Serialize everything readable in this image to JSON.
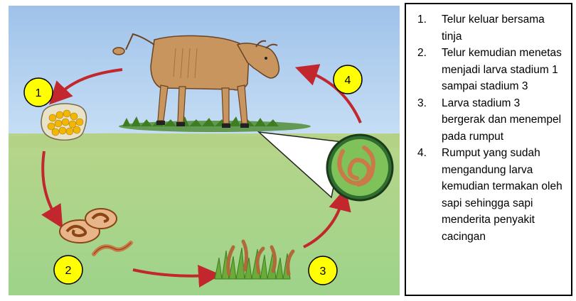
{
  "steps": [
    {
      "number": "1",
      "description": "Telur keluar bersama tinja"
    },
    {
      "number": "2",
      "description": "Telur  kemudian menetas menjadi larva stadium 1 sampai stadium 3"
    },
    {
      "number": "3",
      "description": "Larva stadium 3 bergerak dan menempel pada rumput"
    },
    {
      "number": "4",
      "description": "Rumput yang sudah mengandung larva kemudian termakan oleh sapi sehingga sapi menderita penyakit cacingan"
    }
  ],
  "legend_numbers": [
    "1.",
    "2.",
    "3.",
    "4."
  ],
  "colors": {
    "sky": "#b7d3f0",
    "ground": "#bcd98e",
    "arrow": "#c1272d",
    "badge": "#ffff00",
    "cow": "#c9955e"
  },
  "icons": [
    "cow-icon",
    "egg-cluster-icon",
    "larva-icon",
    "grass-with-larvae-icon",
    "magnified-larva-icon"
  ]
}
